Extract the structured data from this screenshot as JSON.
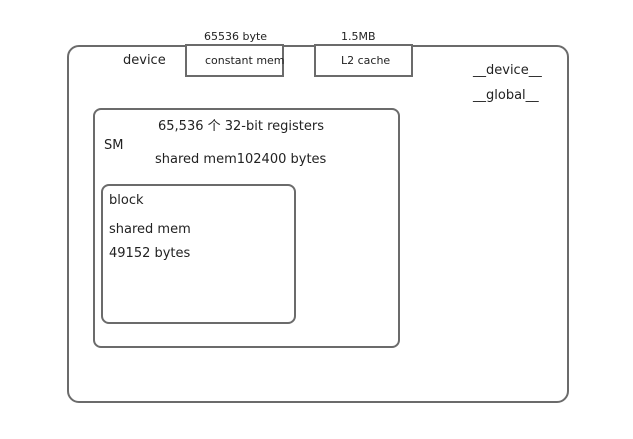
{
  "device": {
    "label": "device",
    "qualifier_device": "__device__",
    "qualifier_global": "__global__"
  },
  "constant_mem": {
    "size_label": "65536 byte",
    "label": "constant mem"
  },
  "l2_cache": {
    "size_label": "1.5MB",
    "label": "L2 cache"
  },
  "sm": {
    "label": "SM",
    "registers": "65,536 个 32-bit registers",
    "shared_mem": "shared mem102400 bytes"
  },
  "block": {
    "label": "block",
    "shared_mem_label": "shared mem",
    "shared_mem_size": "49152 bytes"
  }
}
